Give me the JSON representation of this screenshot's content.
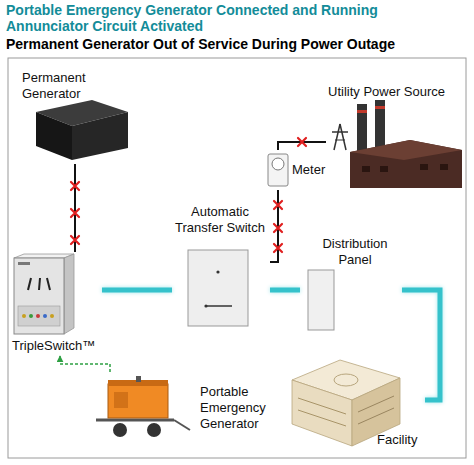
{
  "diagram": {
    "title": "Portable Emergency Generator Connected and Running",
    "nodes": [
      {
        "text": [
          "Permanent Generator"
        ]
      },
      {
        "text": [
          "Utility Power Source"
        ]
      },
      {
        "text": [
          "Meter"
        ]
      },
      {
        "text": [
          "Automatic Transfer Switch"
        ]
      },
      {
        "text": [
          "Distribution Panel"
        ]
      },
      {
        "text": [
          "TripleSwitch™"
        ]
      },
      {
        "text": [
          "Portable Emergency Generator"
        ]
      },
      {
        "text": [
          "Facility"
        ]
      }
    ],
    "edges": [
      {
        "from": 0,
        "to": 5,
        "arrow": "none"
      },
      {
        "from": 1,
        "to": 2,
        "arrow": "none"
      },
      {
        "from": 2,
        "to": 3,
        "arrow": "none"
      },
      {
        "from": 5,
        "to": 3,
        "arrow": "none"
      },
      {
        "from": 3,
        "to": 4,
        "arrow": "none"
      },
      {
        "from": 4,
        "to": 7,
        "arrow": "none"
      },
      {
        "from": 6,
        "to": 5,
        "arrow": "to"
      }
    ],
    "labels": [
      "Annunciator Circuit Activated",
      "Permanent Generator Out of Service During Power Outage"
    ]
  }
}
